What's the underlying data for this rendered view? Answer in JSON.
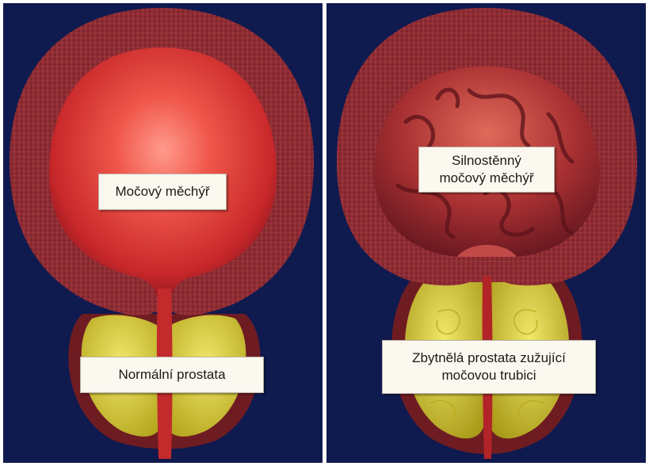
{
  "panels": [
    {
      "id": "normal",
      "label": "Močový měchýř",
      "prostate_label": "Normální prostata"
    },
    {
      "id": "enlarged",
      "label_lines": [
        "Silnostěnný",
        "močový měchýř"
      ],
      "prostate_label_lines": [
        "Zbytnělá prostata zužující",
        "močovou trubici"
      ]
    }
  ],
  "colors": {
    "background": "#0f1a4f",
    "bladder_wall": "#8e2a33",
    "bladder_lumen": "#e8433a",
    "urethra": "#c92a2a",
    "prostate": "#dcd02a",
    "label_bg": "#fbf8f0"
  }
}
